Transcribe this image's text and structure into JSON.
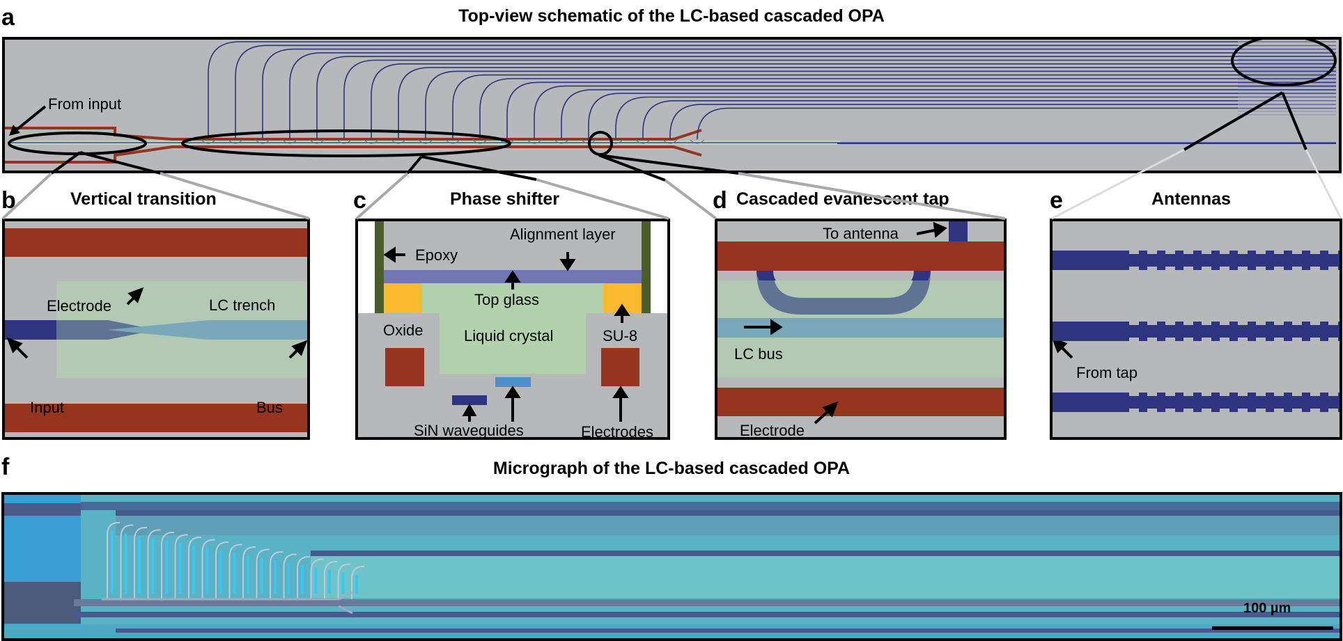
{
  "figure": {
    "panel_a": {
      "letter": "a",
      "title": "Top-view schematic of the LC-based cascaded OPA",
      "annotation": "From input",
      "tap_count": 19
    },
    "panel_b": {
      "letter": "b",
      "title": "Vertical transition",
      "labels": {
        "electrode": "Electrode",
        "lc_trench": "LC trench",
        "input": "Input",
        "bus": "Bus"
      }
    },
    "panel_c": {
      "letter": "c",
      "title": "Phase shifter",
      "labels": {
        "alignment_layer": "Alignment layer",
        "epoxy": "Epoxy",
        "top_glass": "Top glass",
        "oxide": "Oxide",
        "liquid_crystal": "Liquid crystal",
        "su8": "SU-8",
        "sin_waveguides": "SiN waveguides",
        "electrodes": "Electrodes"
      }
    },
    "panel_d": {
      "letter": "d",
      "title": "Cascaded evanescent tap",
      "labels": {
        "to_antenna": "To antenna",
        "lc_bus": "LC bus",
        "electrode": "Electrode"
      }
    },
    "panel_e": {
      "letter": "e",
      "title": "Antennas",
      "labels": {
        "from_tap": "From tap"
      },
      "antenna_count": 3
    },
    "panel_f": {
      "letter": "f",
      "title": "Micrograph of the LC-based cascaded OPA",
      "scale_bar": "100 µm"
    },
    "colors": {
      "background_gray": "#b7b8b9",
      "electrode_red": "#96341f",
      "lc_green": "#b3c9b3",
      "sin_navy": "#2e3480",
      "lc_bus_blue": "#7aa8bb",
      "transition_blue": "#5f7394",
      "alignment_purple": "#7077b2",
      "su8_yellow": "#f8b92c",
      "epoxy_green": "#4a5e2c",
      "liquid_crystal_green": "#b2d1ad",
      "waveguide_light_blue": "#4d8ecb",
      "micrograph_cyan": "#5fb0b8"
    }
  }
}
